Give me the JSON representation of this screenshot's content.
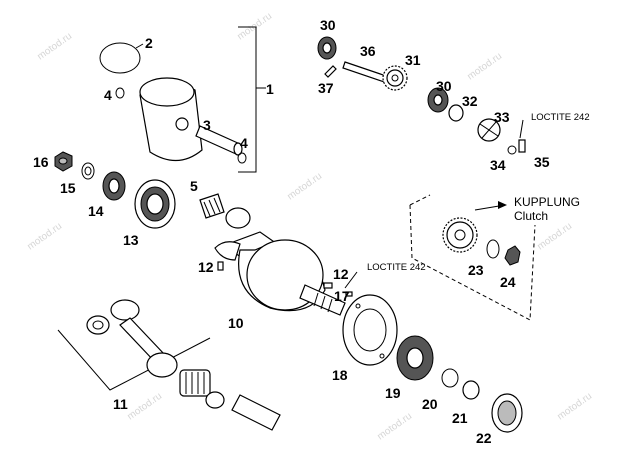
{
  "watermark": "motod.ru",
  "labels": {
    "p1": "1",
    "p2": "2",
    "p3": "3",
    "p4a": "4",
    "p4b": "4",
    "p5": "5",
    "p10": "10",
    "p11": "11",
    "p12a": "12",
    "p12b": "12",
    "p13": "13",
    "p14": "14",
    "p15": "15",
    "p16": "16",
    "p17": "17",
    "p18": "18",
    "p19": "19",
    "p20": "20",
    "p21": "21",
    "p22": "22",
    "p23": "23",
    "p24": "24",
    "p30a": "30",
    "p30b": "30",
    "p31": "31",
    "p32": "32",
    "p33": "33",
    "p34": "34",
    "p35": "35",
    "p36": "36",
    "p37": "37"
  },
  "notes": {
    "loctite_top": "LOCTITE 242",
    "loctite_mid": "LOCTITE 242",
    "kupplung": "KUPPLUNG",
    "clutch": "Clutch"
  }
}
